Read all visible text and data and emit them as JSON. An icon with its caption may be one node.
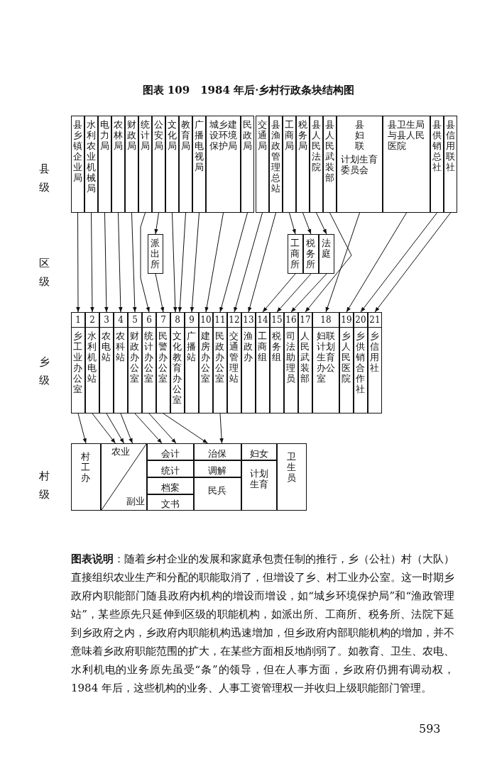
{
  "diagram": {
    "title": "图表 109　1984 年后·乡村行政条块结构图",
    "caption": "**图表说明**：随着乡村企业的发展和家庭承包责任制的推行，乡（公社）村（大队）直接组织农业生产和分配的职能取消了，但增设了乡、村工业办公室。这一时期乡政府内职能部门随县政府内机构的增设而增设，如“城乡环境保护局”和“渔政管理站”，某些原先只延伸到区级的职能机构，如派出所、工商所、税务所、法院下延到乡政府之内，乡政府内职能机构迅速增加，但乡政府内部职能机构的增加，并不意味着乡政府职能范围的扩大，在某些方面相反地削弱了。如教育、卫生、农电、水利机电的业务原先虽受“条”的领导，但在人事方面，乡政府仍拥有调动权，1984 年后，这些机构的业务、人事工资管理权一并收归上级职能部门管理。",
    "nodes": [
      {
        "text": [
          "县乡镇企业局"
        ]
      },
      {
        "text": [
          "水利农业机械局"
        ]
      },
      {
        "text": [
          "电力局"
        ]
      },
      {
        "text": [
          "农林局"
        ]
      },
      {
        "text": [
          "财政局"
        ]
      },
      {
        "text": [
          "统计局"
        ]
      },
      {
        "text": [
          "公安局"
        ]
      },
      {
        "text": [
          "文化局"
        ]
      },
      {
        "text": [
          "教育局"
        ]
      },
      {
        "text": [
          "广播电视局"
        ]
      },
      {
        "text": [
          "城乡建设环境保护局"
        ]
      },
      {
        "text": [
          "民政局"
        ]
      },
      {
        "text": [
          "交通局"
        ]
      },
      {
        "text": [
          "县渔政管理总站"
        ]
      },
      {
        "text": [
          "工商局"
        ]
      },
      {
        "text": [
          "税务局"
        ]
      },
      {
        "text": [
          "县人民法院"
        ]
      },
      {
        "text": [
          "县人民武装部"
        ]
      },
      {
        "text": [
          "县妇联",
          "计划生育委员会"
        ]
      },
      {
        "text": [
          "县卫生局与县人民医院"
        ]
      },
      {
        "text": [
          "县供销总社"
        ]
      },
      {
        "text": [
          "县信用联社"
        ]
      },
      {
        "text": [
          "派出所"
        ]
      },
      {
        "text": [
          "工商所"
        ]
      },
      {
        "text": [
          "税务所"
        ]
      },
      {
        "text": [
          "法庭"
        ]
      },
      {
        "text": [
          "1",
          "乡工业办公室"
        ]
      },
      {
        "text": [
          "2",
          "水利机电站"
        ]
      },
      {
        "text": [
          "3",
          "农电站"
        ]
      },
      {
        "text": [
          "4",
          "农科站"
        ]
      },
      {
        "text": [
          "5",
          "财政办公室"
        ]
      },
      {
        "text": [
          "6",
          "统计办公室"
        ]
      },
      {
        "text": [
          "7",
          "民警办公室"
        ]
      },
      {
        "text": [
          "8",
          "文化教育办公室"
        ]
      },
      {
        "text": [
          "9",
          "广播站"
        ]
      },
      {
        "text": [
          "10",
          "建房办公室"
        ]
      },
      {
        "text": [
          "11",
          "民政办公室"
        ]
      },
      {
        "text": [
          "12",
          "交通管理站"
        ]
      },
      {
        "text": [
          "13",
          "渔政办"
        ]
      },
      {
        "text": [
          "14",
          "工商组"
        ]
      },
      {
        "text": [
          "15",
          "税务组"
        ]
      },
      {
        "text": [
          "16",
          "司法助理员"
        ]
      },
      {
        "text": [
          "17",
          "人民武装部"
        ]
      },
      {
        "text": [
          "18",
          "妇联计划生育办公室"
        ]
      },
      {
        "text": [
          "19",
          "乡人民医院"
        ]
      },
      {
        "text": [
          "20",
          "乡供销合作社"
        ]
      },
      {
        "text": [
          "21",
          "乡信用社"
        ]
      },
      {
        "text": [
          "村工办"
        ]
      },
      {
        "text": [
          "农业",
          "副业"
        ]
      },
      {
        "text": [
          "会计"
        ]
      },
      {
        "text": [
          "统计"
        ]
      },
      {
        "text": [
          "档案"
        ]
      },
      {
        "text": [
          "文书"
        ]
      },
      {
        "text": [
          "治保"
        ]
      },
      {
        "text": [
          "调解"
        ]
      },
      {
        "text": [
          "民兵"
        ]
      },
      {
        "text": [
          "妇女"
        ]
      },
      {
        "text": [
          "计划生育"
        ]
      },
      {
        "text": [
          "卫生员"
        ]
      }
    ],
    "edges": [
      {
        "from": 0,
        "to": 26,
        "arrow": "to"
      },
      {
        "from": 1,
        "to": 27,
        "arrow": "to"
      },
      {
        "from": 2,
        "to": 28,
        "arrow": "to"
      },
      {
        "from": 3,
        "to": 29,
        "arrow": "to"
      },
      {
        "from": 4,
        "to": 30,
        "arrow": "to"
      },
      {
        "from": 5,
        "to": 31,
        "arrow": "to"
      },
      {
        "from": 6,
        "to": 22,
        "arrow": "to"
      },
      {
        "from": 22,
        "to": 32,
        "arrow": "to"
      },
      {
        "from": 7,
        "to": 33,
        "arrow": "to"
      },
      {
        "from": 8,
        "to": 33,
        "arrow": "to"
      },
      {
        "from": 9,
        "to": 34,
        "arrow": "to"
      },
      {
        "from": 10,
        "to": 35,
        "arrow": "to"
      },
      {
        "from": 11,
        "to": 36,
        "arrow": "to"
      },
      {
        "from": 12,
        "to": 37,
        "arrow": "to"
      },
      {
        "from": 13,
        "to": 38,
        "arrow": "to"
      },
      {
        "from": 14,
        "to": 23,
        "arrow": "to"
      },
      {
        "from": 15,
        "to": 24,
        "arrow": "to"
      },
      {
        "from": 16,
        "to": 25,
        "arrow": "to"
      },
      {
        "from": 23,
        "to": 39,
        "arrow": "to"
      },
      {
        "from": 24,
        "to": 40,
        "arrow": "to"
      },
      {
        "from": 25,
        "to": 41,
        "arrow": "to"
      },
      {
        "from": 17,
        "to": 42,
        "arrow": "to"
      },
      {
        "from": 18,
        "to": 43,
        "arrow": "to"
      },
      {
        "from": 19,
        "to": 44,
        "arrow": "to"
      },
      {
        "from": 20,
        "to": 45,
        "arrow": "to"
      },
      {
        "from": 21,
        "to": 46,
        "arrow": "to"
      },
      {
        "from": 26,
        "to": 47,
        "arrow": "to"
      },
      {
        "from": 27,
        "to": 48,
        "arrow": "to"
      },
      {
        "from": 28,
        "to": 48,
        "arrow": "to"
      },
      {
        "from": 29,
        "to": 48,
        "arrow": "to"
      },
      {
        "from": 30,
        "to": 49,
        "arrow": "to"
      },
      {
        "from": 31,
        "to": 49,
        "arrow": "to"
      },
      {
        "from": 32,
        "to": 53,
        "arrow": "to"
      },
      {
        "from": 36,
        "to": 53,
        "arrow": "to"
      }
    ],
    "labels": [
      "县级",
      "区级",
      "乡级",
      "村级",
      "593"
    ]
  }
}
